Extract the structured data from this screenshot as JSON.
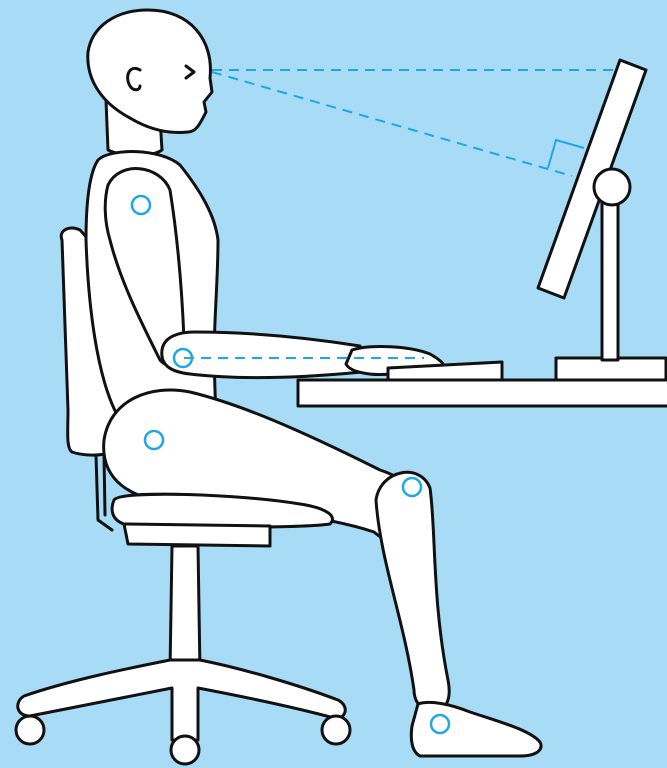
{
  "colors": {
    "background": "#a8dcf6",
    "outline": "#111111",
    "fill": "#ffffff",
    "guide": "#1ea7e6"
  },
  "icons": {
    "figure": "seated-person-icon",
    "chair": "office-chair-icon",
    "desk": "desk-icon",
    "monitor": "monitor-icon",
    "keyboard": "keyboard-icon",
    "mouse": "mouse-icon",
    "joint_marker": "circle-outline-icon"
  },
  "joints": [
    "shoulder",
    "elbow",
    "hip",
    "knee",
    "ankle"
  ]
}
